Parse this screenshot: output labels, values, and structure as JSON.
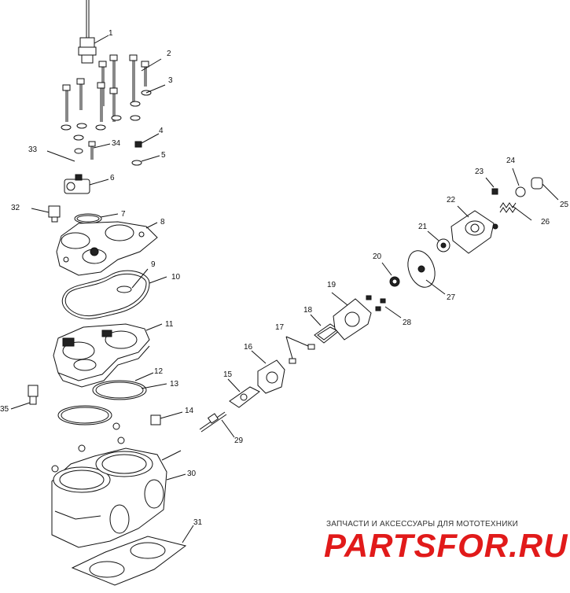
{
  "labels": [
    "1",
    "2",
    "3",
    "4",
    "5",
    "6",
    "7",
    "8",
    "9",
    "10",
    "11",
    "12",
    "13",
    "14",
    "15",
    "16",
    "17",
    "18",
    "19",
    "20",
    "21",
    "22",
    "23",
    "24",
    "25",
    "26",
    "27",
    "28",
    "29",
    "30",
    "31",
    "32",
    "33",
    "34",
    "35"
  ],
  "watermark": {
    "caption": "ЗАПЧАСТИ И АКСЕССУАРЫ ДЛЯ МОТОТЕХНИКИ",
    "brand": "PARTSFOR.RU",
    "brand_color": "#e11a1a"
  }
}
